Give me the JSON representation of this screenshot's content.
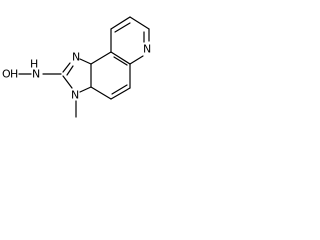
{
  "molecule": {
    "hydroxy_oxygen": "O",
    "hydroxy_hydrogen": "H",
    "exocyclic_amine_nitrogen": "N",
    "exocyclic_amine_hydrogen": "H",
    "imine_nitrogen": "N",
    "methylated_nitrogen": "N",
    "pyridine_nitrogen": "N",
    "methyl_group_text": ""
  },
  "colors": {
    "bond": "#000000",
    "atom_text": "#000000",
    "background": "#ffffff"
  }
}
